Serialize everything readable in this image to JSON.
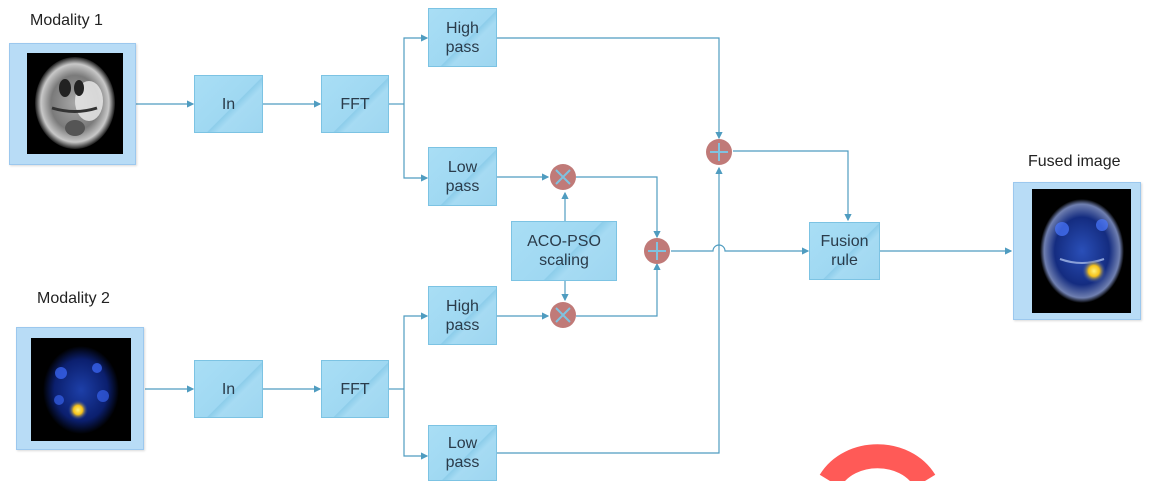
{
  "labels": {
    "modality1": "Modality 1",
    "modality2": "Modality 2",
    "fused": "Fused image"
  },
  "blocks": {
    "ln": "In",
    "fft": "FFT",
    "high_pass": [
      "High",
      "pass"
    ],
    "low_pass": [
      "Low",
      "pass"
    ],
    "scaling": [
      "ACO-PSO",
      "scaling"
    ],
    "fusion": [
      "Fusion",
      "rule"
    ]
  },
  "colors": {
    "block_fill": "#a8ddf4",
    "line": "#4f9cc0",
    "operator": "#c07a78",
    "frame": "#b8dcf6",
    "watermark": "#ff5a57"
  }
}
